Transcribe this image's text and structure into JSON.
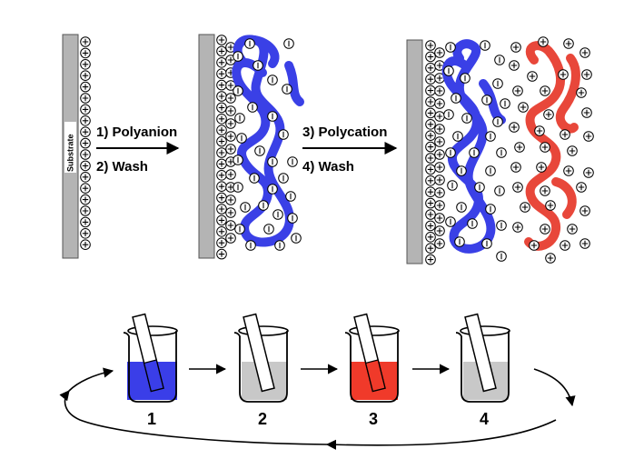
{
  "substrate_label": "Substrate",
  "steps": {
    "step1": "1)  Polyanion",
    "step2": "2)  Wash",
    "step3": "3)  Polycation",
    "step4": "4)  Wash"
  },
  "beakers": [
    {
      "label": "1",
      "fill": "#3a3ee8"
    },
    {
      "label": "2",
      "fill": "#c8c8c8"
    },
    {
      "label": "3",
      "fill": "#f03a2a"
    },
    {
      "label": "4",
      "fill": "#c8c8c8"
    }
  ],
  "colors": {
    "polyanion": "#3a40e6",
    "polycation": "#e8473a",
    "substrate": "#b4b4b4"
  }
}
